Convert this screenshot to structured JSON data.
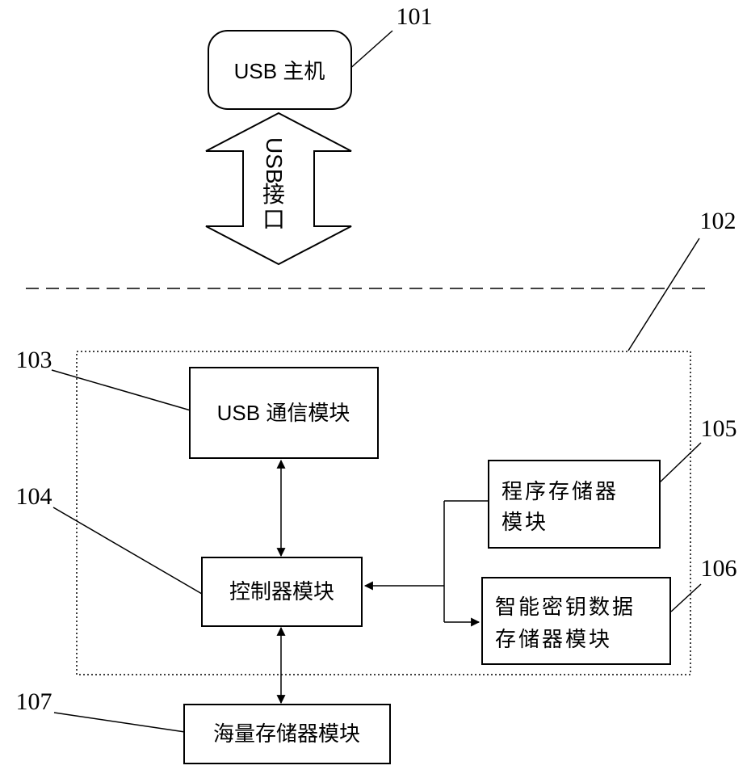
{
  "figure": {
    "refs": {
      "r101": "101",
      "r102": "102",
      "r103": "103",
      "r104": "104",
      "r105": "105",
      "r106": "106",
      "r107": "107"
    },
    "usb_host": "USB 主机",
    "usb_interface": {
      "usb": "USB",
      "jie": "接",
      "kou": "口"
    },
    "usb_comm_module": "USB 通信模块",
    "controller_module": "控制器模块",
    "program_memory": {
      "line1": "程序存储器",
      "line2": "模块"
    },
    "smart_key_memory": {
      "line1": "智能密钥数据",
      "line2": "存储器模块"
    },
    "mass_storage_module": "海量存储器模块"
  }
}
